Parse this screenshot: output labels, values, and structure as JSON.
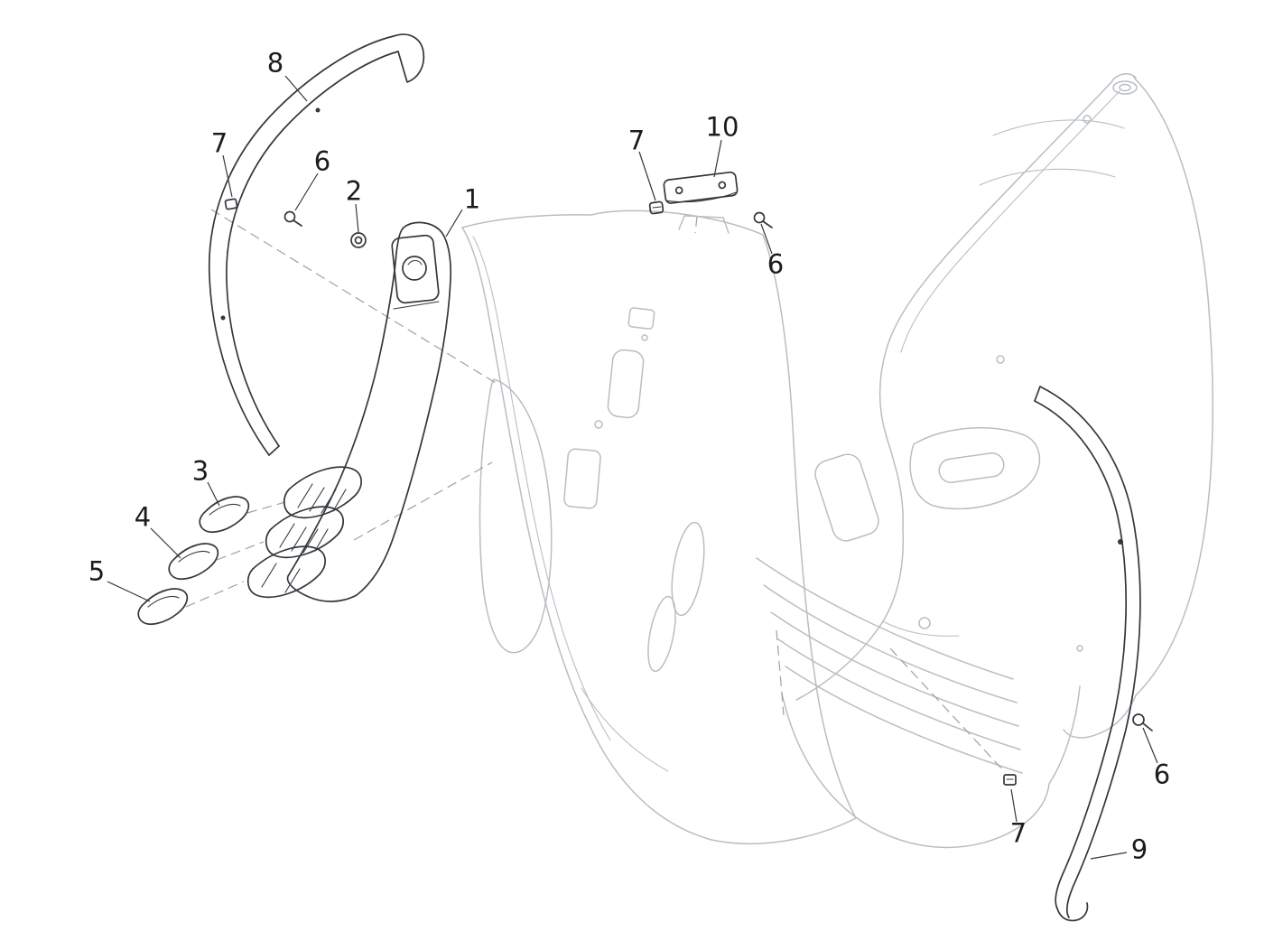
{
  "diagram": {
    "type": "exploded-parts-diagram",
    "subject": "scooter front shield assembly line drawing",
    "background_color": "#ffffff",
    "primary_line_color": "#33383d",
    "secondary_line_color": "#b8bec4",
    "label_color": "#1c1c1c",
    "labels": [
      {
        "text": "8"
      },
      {
        "text": "7"
      },
      {
        "text": "6"
      },
      {
        "text": "2"
      },
      {
        "text": "1"
      },
      {
        "text": "7"
      },
      {
        "text": "10"
      },
      {
        "text": "6"
      },
      {
        "text": "3"
      },
      {
        "text": "4"
      },
      {
        "text": "5"
      },
      {
        "text": "6"
      },
      {
        "text": "7"
      },
      {
        "text": "9"
      }
    ]
  }
}
